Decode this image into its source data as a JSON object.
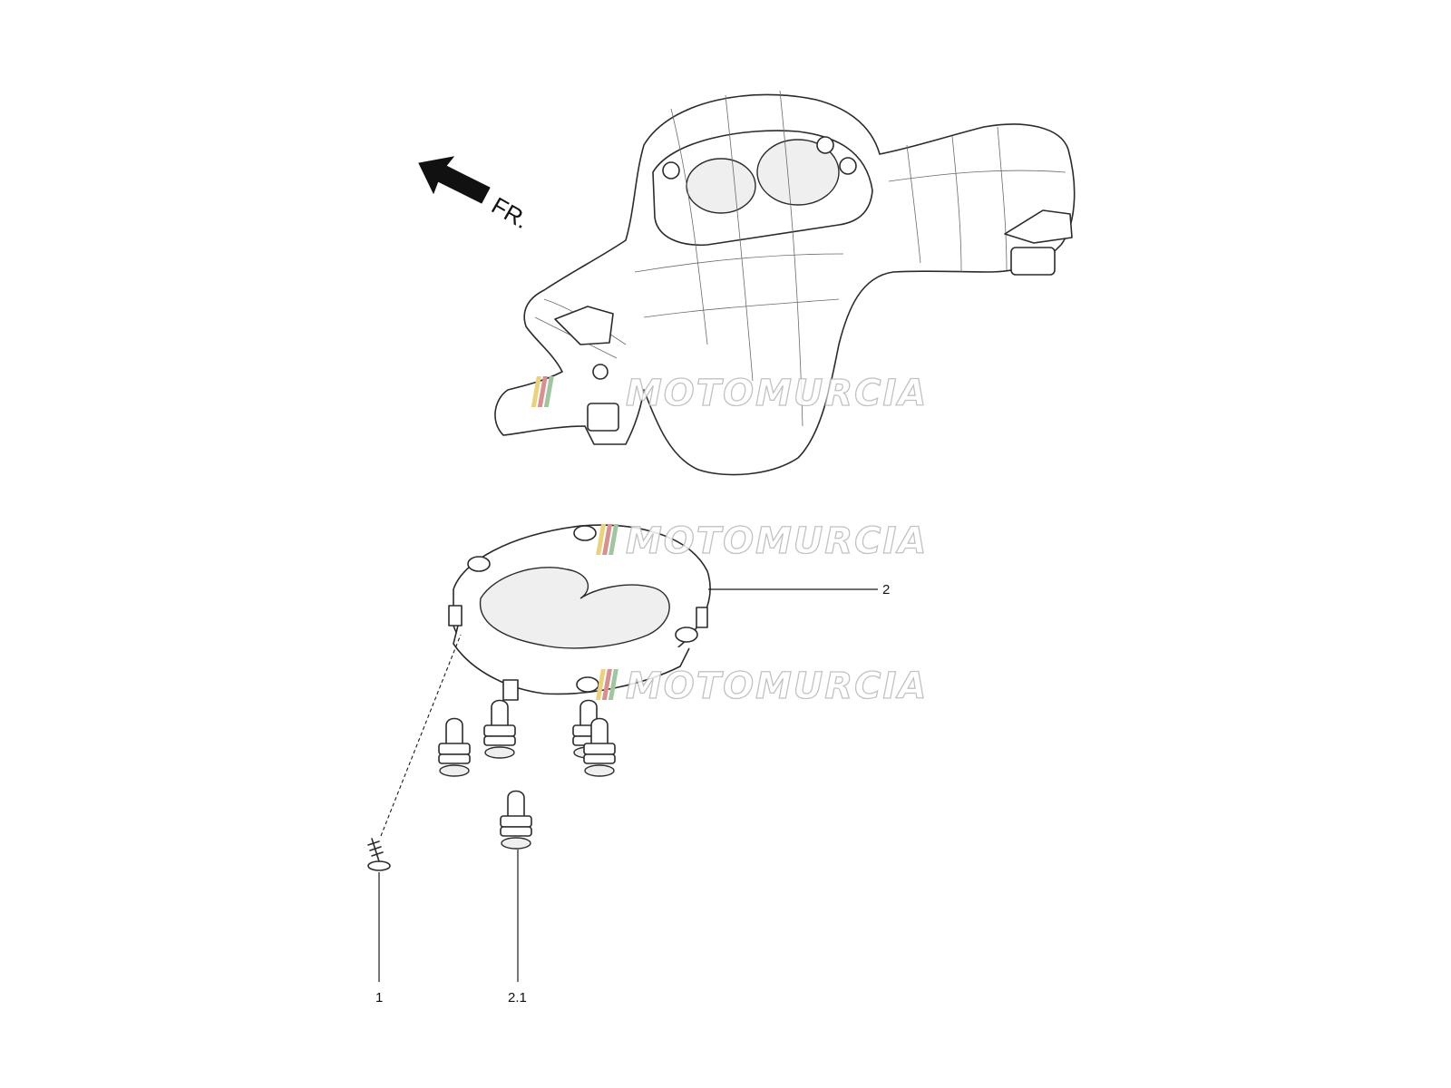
{
  "direction": {
    "label": "FR.",
    "icon": "front-direction-arrow-icon"
  },
  "watermark": {
    "text": "MOTOMURCIA",
    "logo": "motomurcia-logo-icon"
  },
  "callouts": [
    {
      "id": "1",
      "label": "1"
    },
    {
      "id": "2",
      "label": "2"
    },
    {
      "id": "2.1",
      "label": "2.1"
    }
  ],
  "colors": {
    "line": "#2b2b2b",
    "watermark_stroke": "#b8b8b8"
  }
}
